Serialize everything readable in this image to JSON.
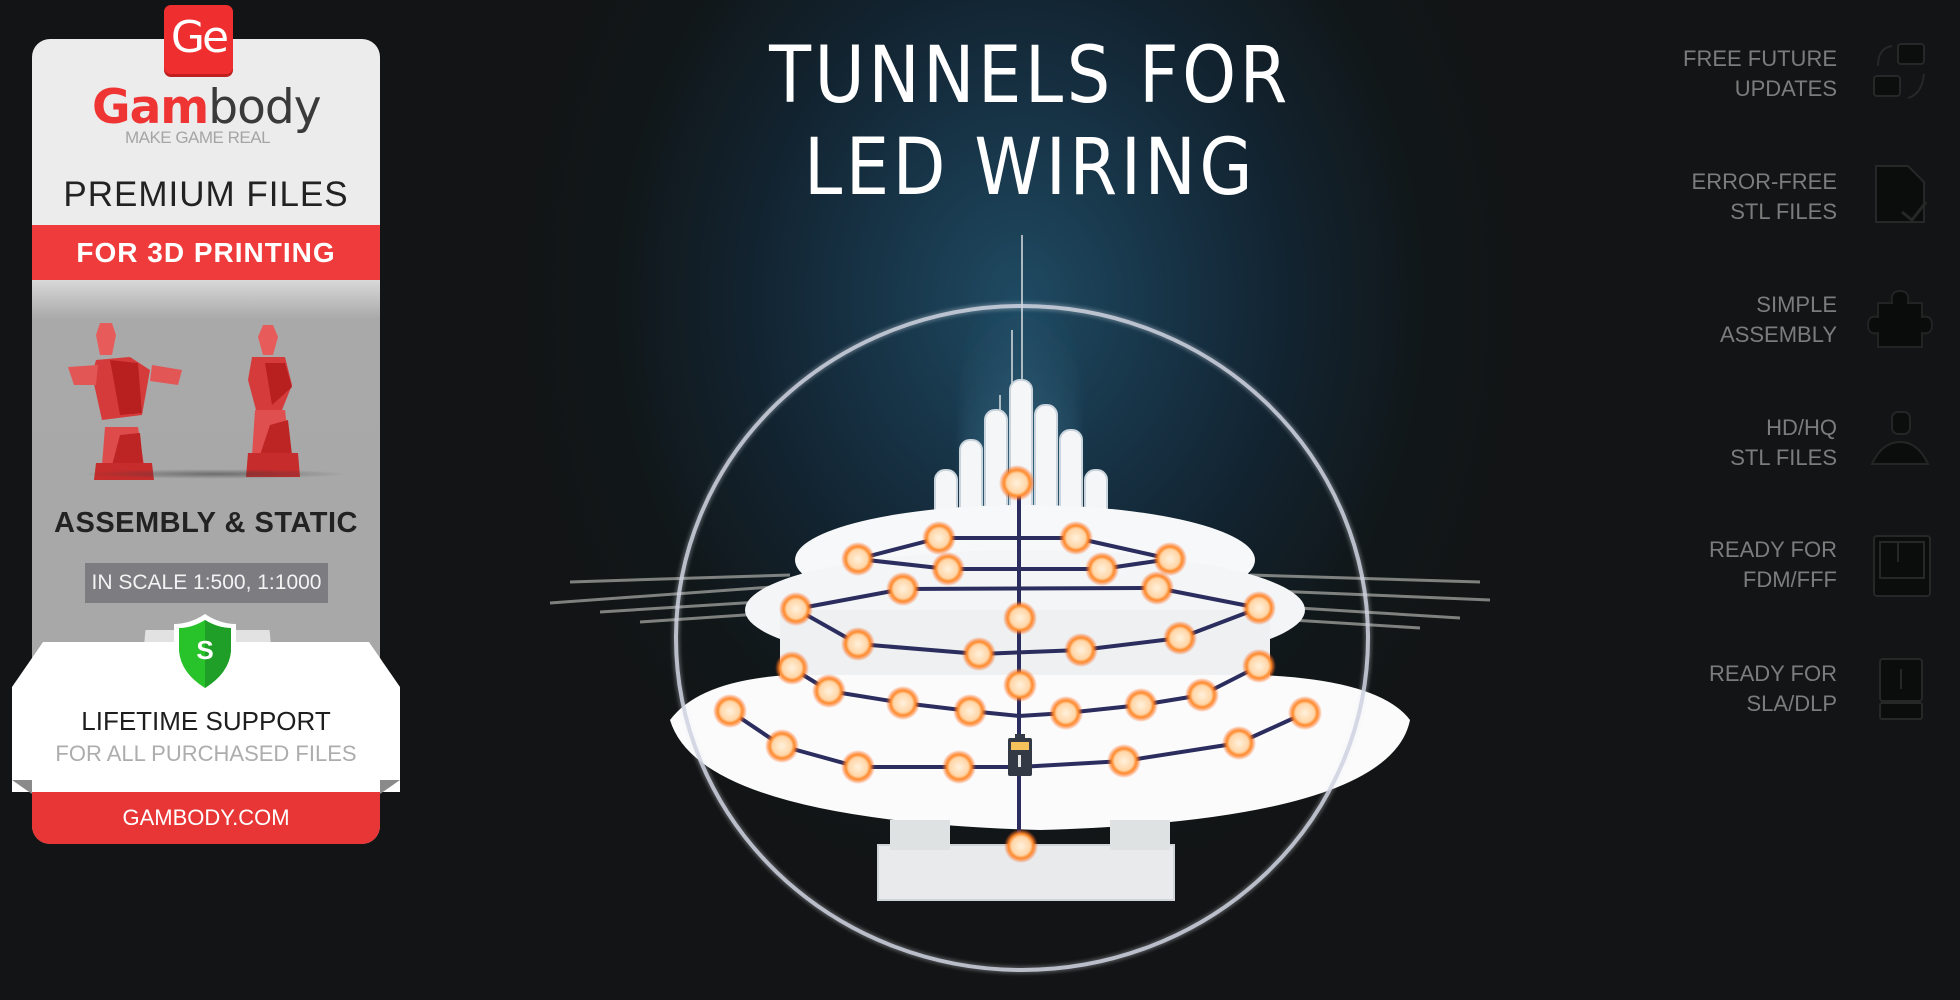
{
  "card": {
    "logo_mark": "Ge",
    "brand_primary": "Gam",
    "brand_secondary": "body",
    "tagline": "MAKE GAME REAL",
    "headline": "PREMIUM FILES",
    "band": "FOR 3D PRINTING",
    "model_type": "ASSEMBLY & STATIC",
    "scale": "IN SCALE 1:500, 1:1000",
    "support_badge_letter": "S",
    "support_title": "LIFETIME SUPPORT",
    "support_subtitle": "FOR ALL PURCHASED FILES",
    "website": "GAMBODY.COM",
    "colors": {
      "brand_red": "#ef3434",
      "shield_green": "#2fbf2f",
      "panel_gray": "#a9a9a9"
    }
  },
  "hero": {
    "title_line1": "TUNNELS FOR",
    "title_line2": "LED WIRING",
    "illustration": "model-with-led-wiring-diagram",
    "led_color": "#ff8a2a",
    "wire_color": "#2b2d5e"
  },
  "features": [
    {
      "line1": "FREE FUTURE",
      "line2": "UPDATES",
      "icon": "updates-icon"
    },
    {
      "line1": "ERROR-FREE",
      "line2": "STL FILES",
      "icon": "file-check-icon"
    },
    {
      "line1": "SIMPLE",
      "line2": "ASSEMBLY",
      "icon": "puzzle-icon"
    },
    {
      "line1": "HD/HQ",
      "line2": "STL FILES",
      "icon": "hd-model-icon"
    },
    {
      "line1": "READY FOR",
      "line2": "FDM/FFF",
      "icon": "fdm-printer-icon"
    },
    {
      "line1": "READY FOR",
      "line2": "SLA/DLP",
      "icon": "sla-printer-icon"
    }
  ]
}
